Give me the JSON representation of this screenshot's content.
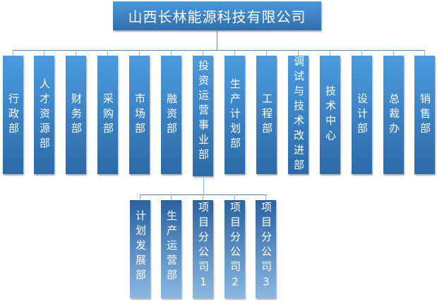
{
  "company": "山西长林能源科技有限公司",
  "departments": [
    "行政部",
    "人才资源部",
    "财务部",
    "采购部",
    "市场部",
    "融资部",
    "投资运营事业部",
    "生产计划部",
    "工程部",
    "调试与技术改进部",
    "技术中心",
    "设计部",
    "总裁办",
    "销售部"
  ],
  "sub_departments": [
    "计划发展部",
    "生产运营部",
    "项目分公司1",
    "项目分公司2",
    "项目分公司3"
  ]
}
